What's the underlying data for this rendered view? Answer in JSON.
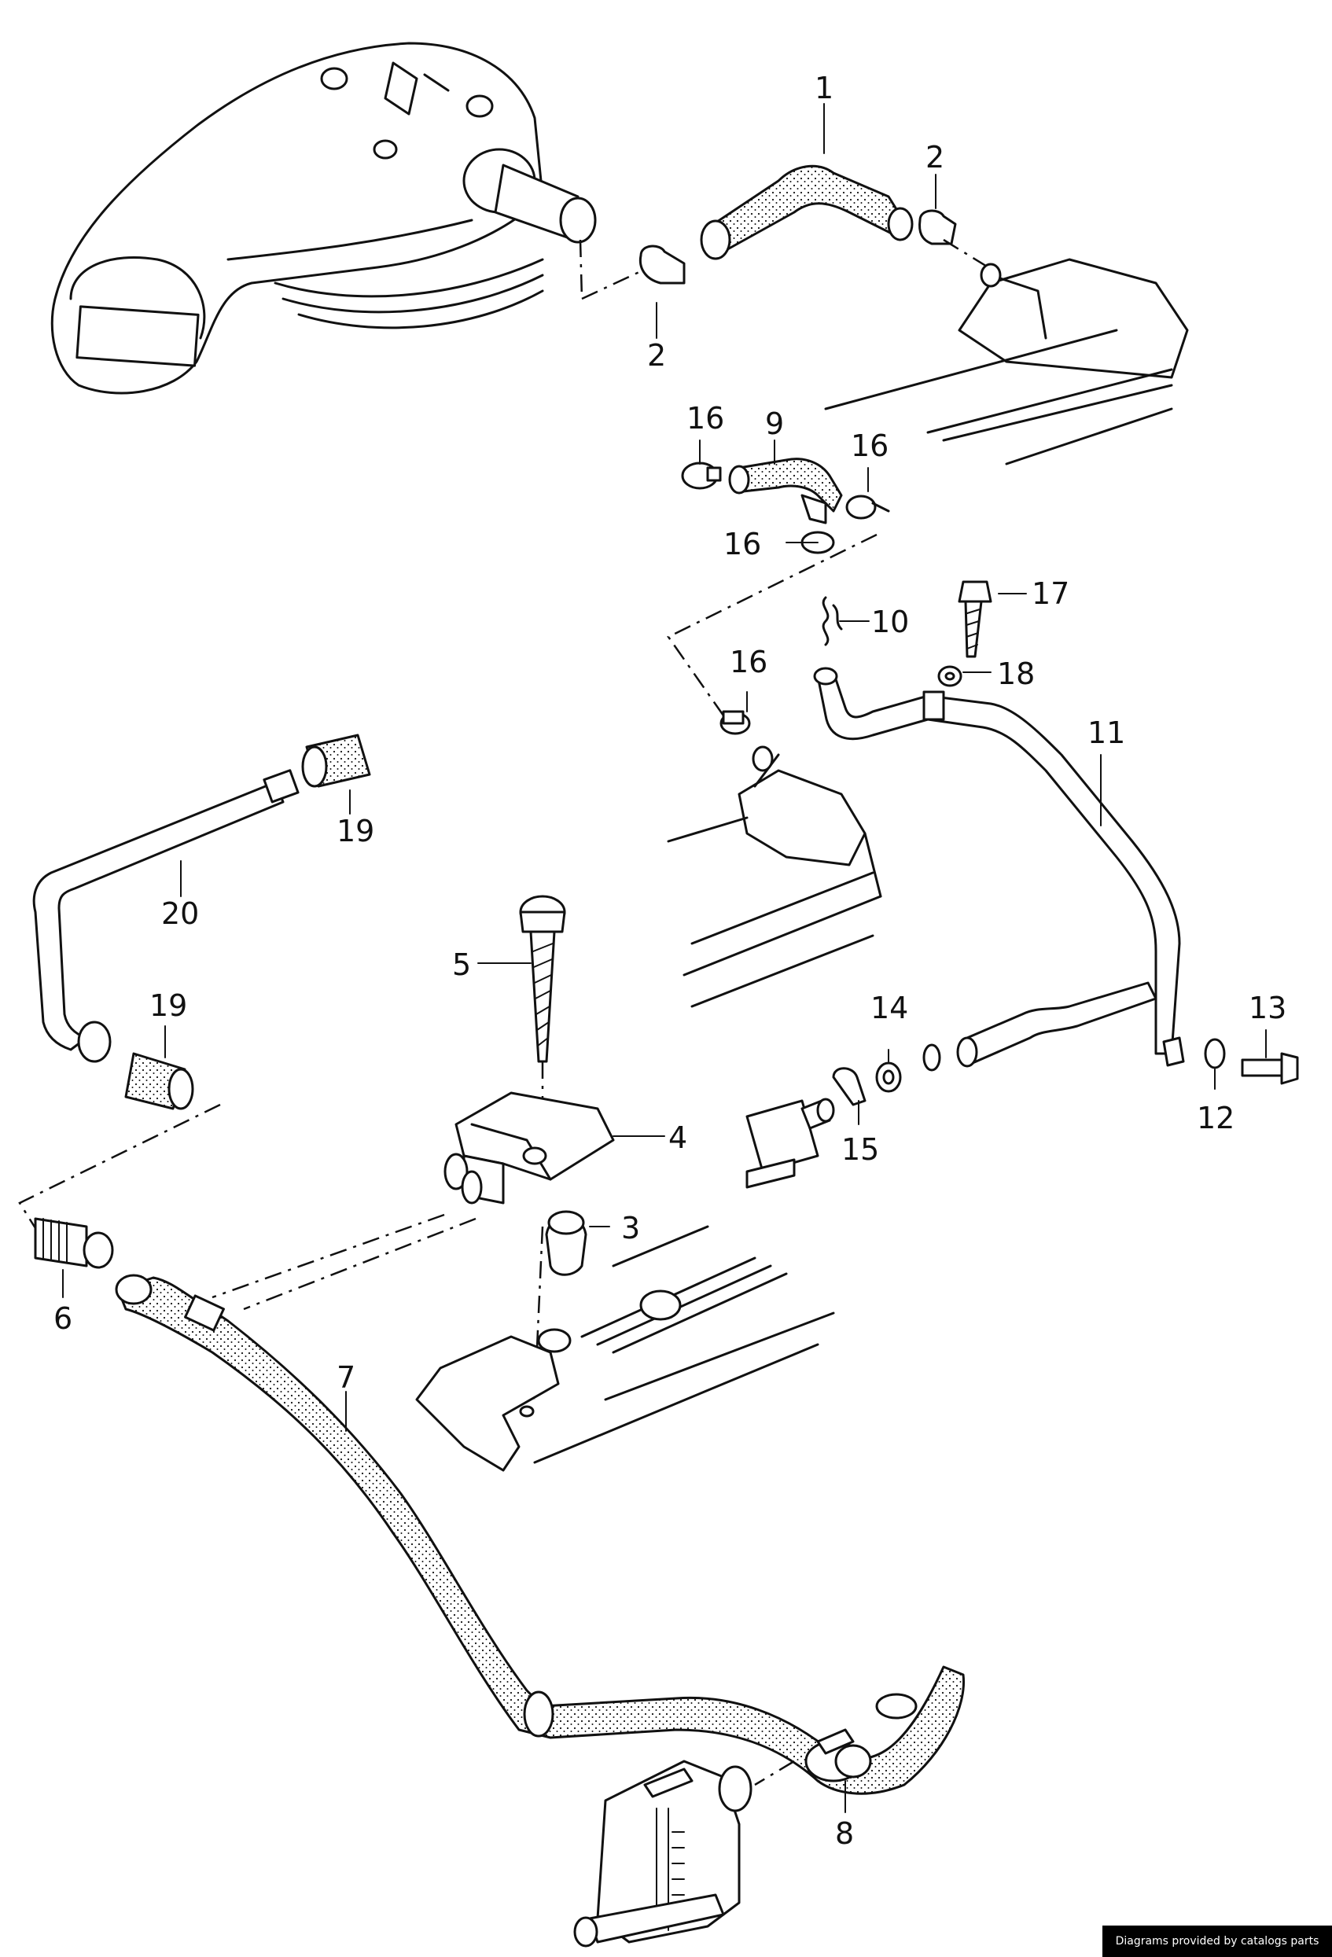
{
  "callouts": [
    {
      "id": "c1",
      "text": "1"
    },
    {
      "id": "c2a",
      "text": "2"
    },
    {
      "id": "c2b",
      "text": "2"
    },
    {
      "id": "c3",
      "text": "3"
    },
    {
      "id": "c4",
      "text": "4"
    },
    {
      "id": "c5",
      "text": "5"
    },
    {
      "id": "c6",
      "text": "6"
    },
    {
      "id": "c7",
      "text": "7"
    },
    {
      "id": "c8",
      "text": "8"
    },
    {
      "id": "c9",
      "text": "9"
    },
    {
      "id": "c10",
      "text": "10"
    },
    {
      "id": "c11",
      "text": "11"
    },
    {
      "id": "c12",
      "text": "12"
    },
    {
      "id": "c13",
      "text": "13"
    },
    {
      "id": "c14",
      "text": "14"
    },
    {
      "id": "c15",
      "text": "15"
    },
    {
      "id": "c16a",
      "text": "16"
    },
    {
      "id": "c16b",
      "text": "16"
    },
    {
      "id": "c16c",
      "text": "16"
    },
    {
      "id": "c16d",
      "text": "16"
    },
    {
      "id": "c17",
      "text": "17"
    },
    {
      "id": "c18",
      "text": "18"
    },
    {
      "id": "c19a",
      "text": "19"
    },
    {
      "id": "c19b",
      "text": "19"
    },
    {
      "id": "c20",
      "text": "20"
    }
  ],
  "credit": "Diagrams provided by catalogs parts"
}
